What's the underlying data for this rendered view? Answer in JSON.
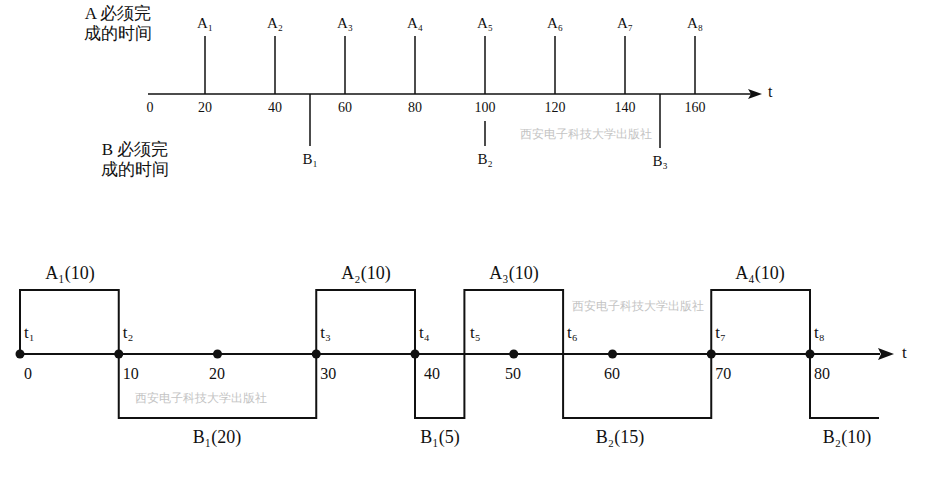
{
  "diagram": {
    "labels": [
      "A 必须完 成的时间",
      "A₁",
      "A₂",
      "A₃",
      "A₄",
      "A₅",
      "A₆",
      "A₇",
      "A₈",
      "0",
      "20",
      "40",
      "60",
      "80",
      "100",
      "120",
      "140",
      "160",
      "t",
      "B 必须完 成的时间",
      "B₁",
      "B₂",
      "B₃",
      "A₁(10)",
      "A₂(10)",
      "A₃(10)",
      "A₄(10)",
      "t₁",
      "t₂",
      "t₃",
      "t₄",
      "t₅",
      "t₆",
      "t₇",
      "t₈",
      "0",
      "10",
      "20",
      "30",
      "40",
      "50",
      "60",
      "70",
      "80",
      "t",
      "B₁(20)",
      "B₁(5)",
      "B₂(15)",
      "B₂(10)",
      "西安电子科技大学出版社",
      "西安电子科技大学出版社",
      "西安电子科技大学出版社"
    ]
  }
}
